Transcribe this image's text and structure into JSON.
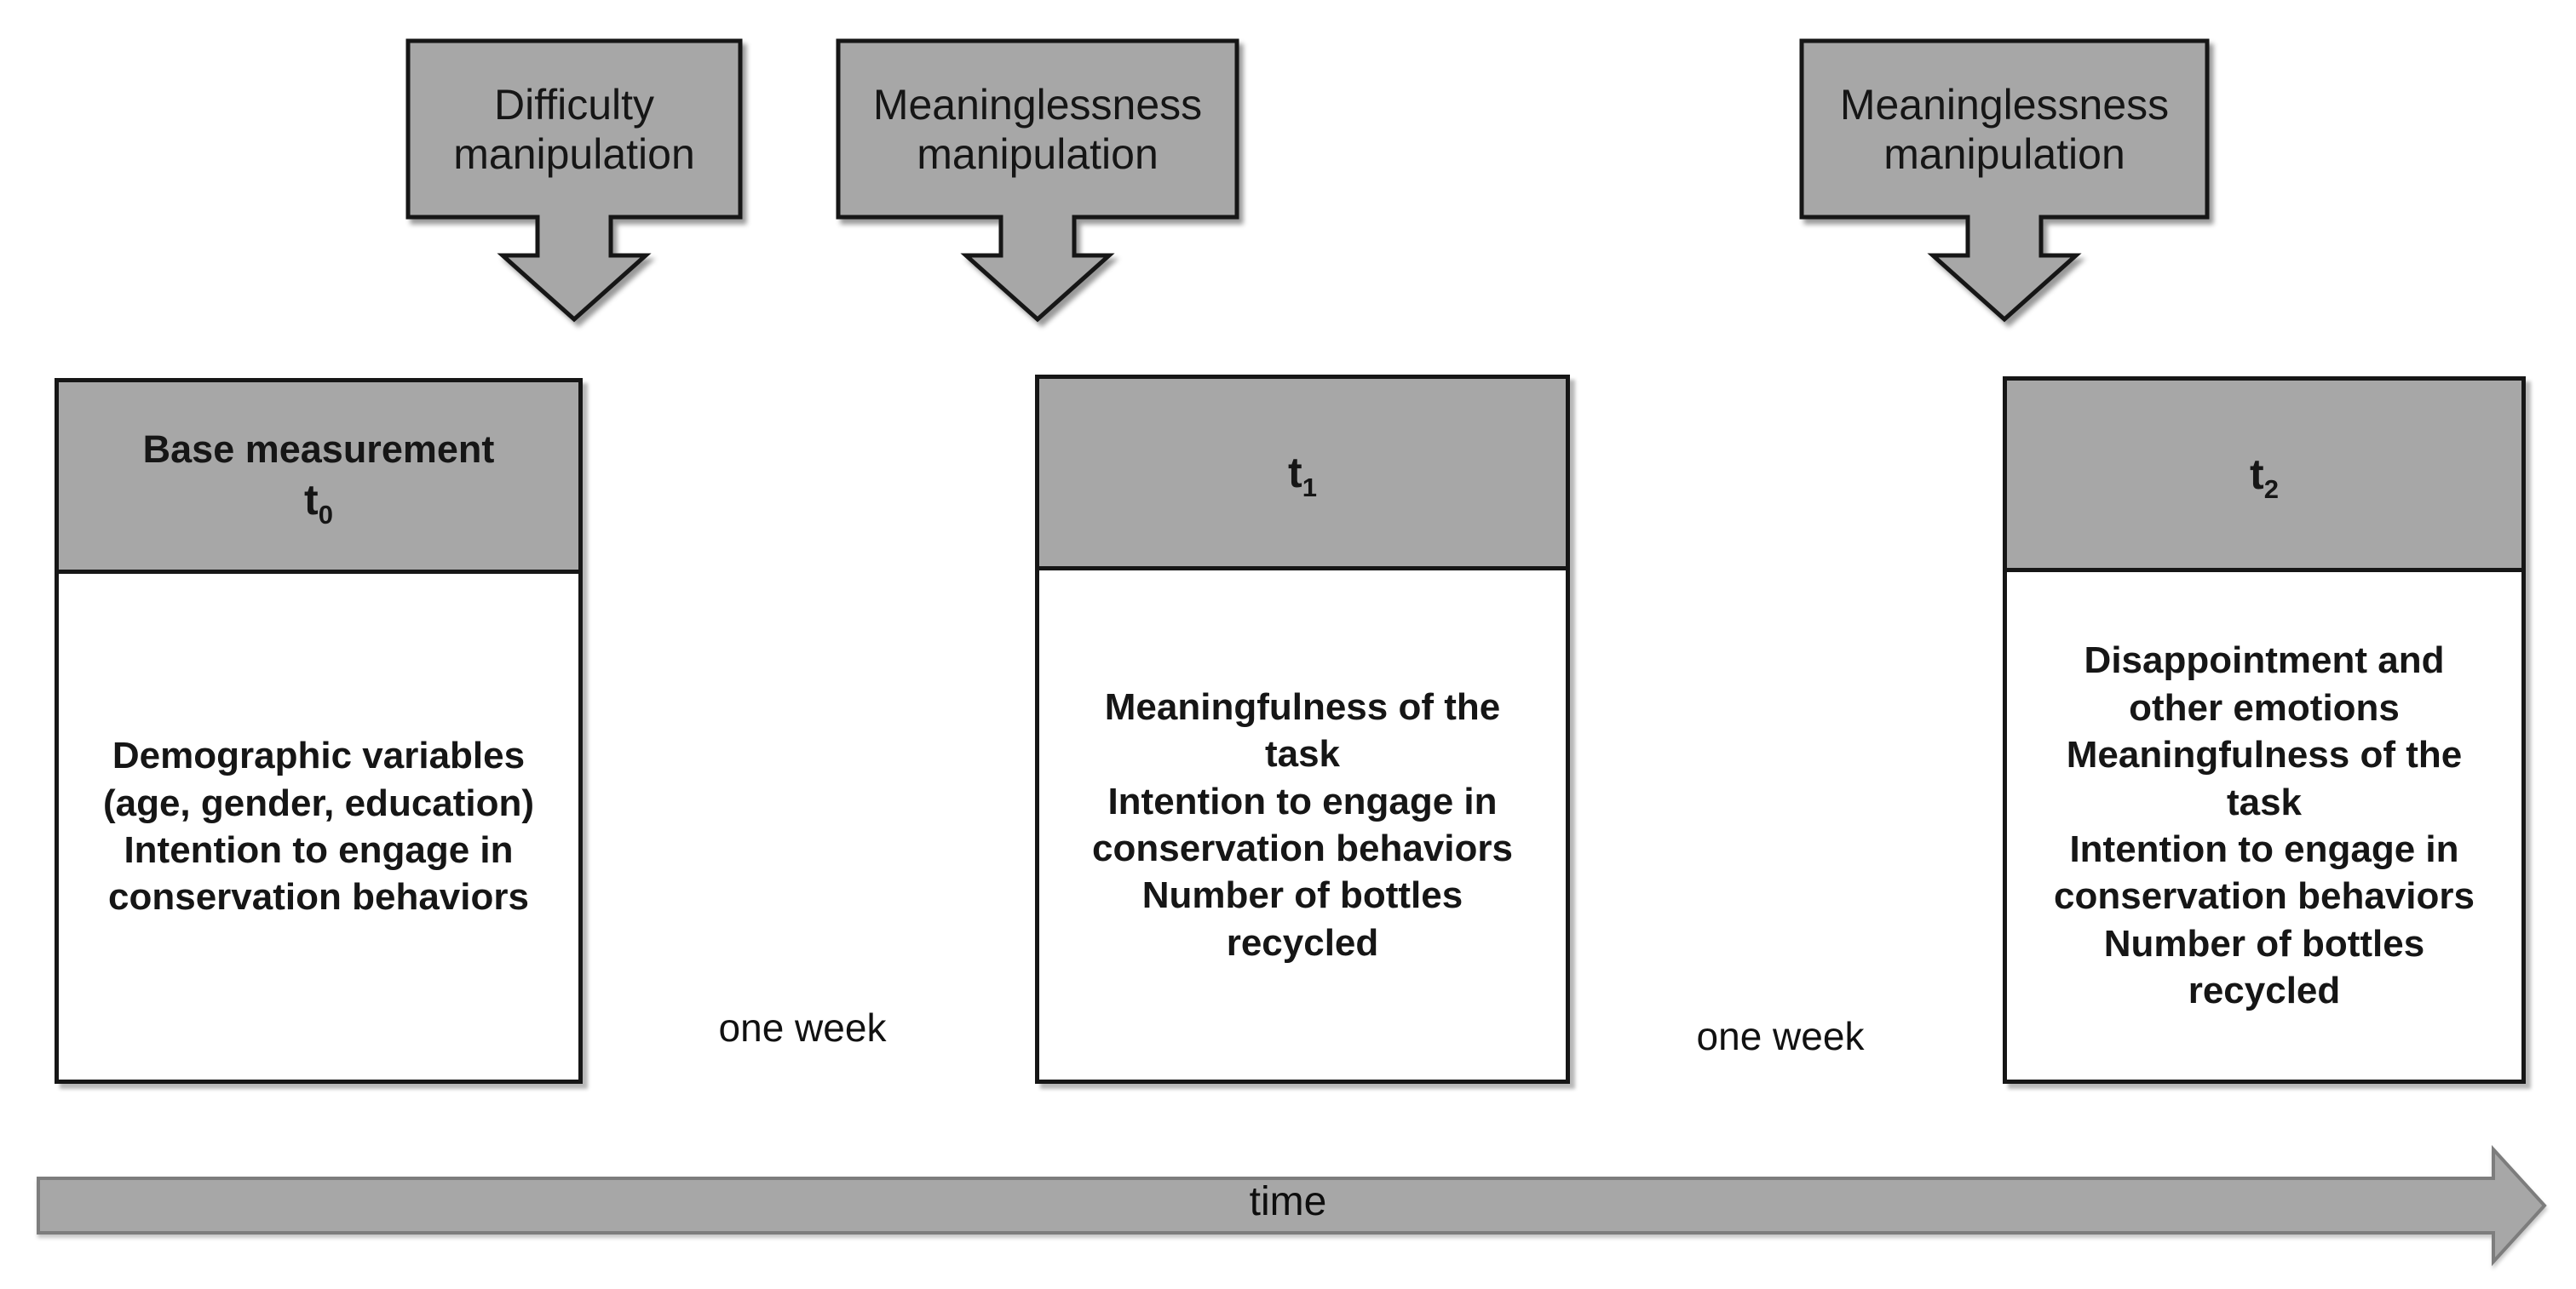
{
  "diagram": {
    "type": "study-design-timeline",
    "colors": {
      "shape_fill": "#a7a7a7",
      "shape_border": "#161616",
      "timeline_fill": "#a7a7a7",
      "timeline_border": "#7d7d7d",
      "body_fill": "#ffffff",
      "text": "#1a1a1a"
    },
    "manipulations": [
      {
        "line1": "Difficulty",
        "line2": "manipulation"
      },
      {
        "line1": "Meaninglessness",
        "line2": "manipulation"
      },
      {
        "line1": "Meaninglessness",
        "line2": "manipulation"
      }
    ],
    "timepoints": [
      {
        "header_title": "Base measurement",
        "t_prefix": "t",
        "t_sub": "0",
        "body_lines": [
          "Demographic variables",
          "(age, gender, education)",
          "Intention to engage in",
          "conservation behaviors"
        ]
      },
      {
        "t_prefix": "t",
        "t_sub": "1",
        "body_lines": [
          "Meaningfulness of the",
          "task",
          "Intention to engage in",
          "conservation behaviors",
          "Number of bottles",
          "recycled"
        ]
      },
      {
        "t_prefix": "t",
        "t_sub": "2",
        "body_lines": [
          "Disappointment and",
          "other emotions",
          "Meaningfulness of the",
          "task",
          "Intention to engage in",
          "conservation behaviors",
          "Number of bottles",
          "recycled"
        ]
      }
    ],
    "intervals": [
      {
        "label": "one week"
      },
      {
        "label": "one week"
      }
    ],
    "timeline": {
      "label": "time"
    }
  }
}
